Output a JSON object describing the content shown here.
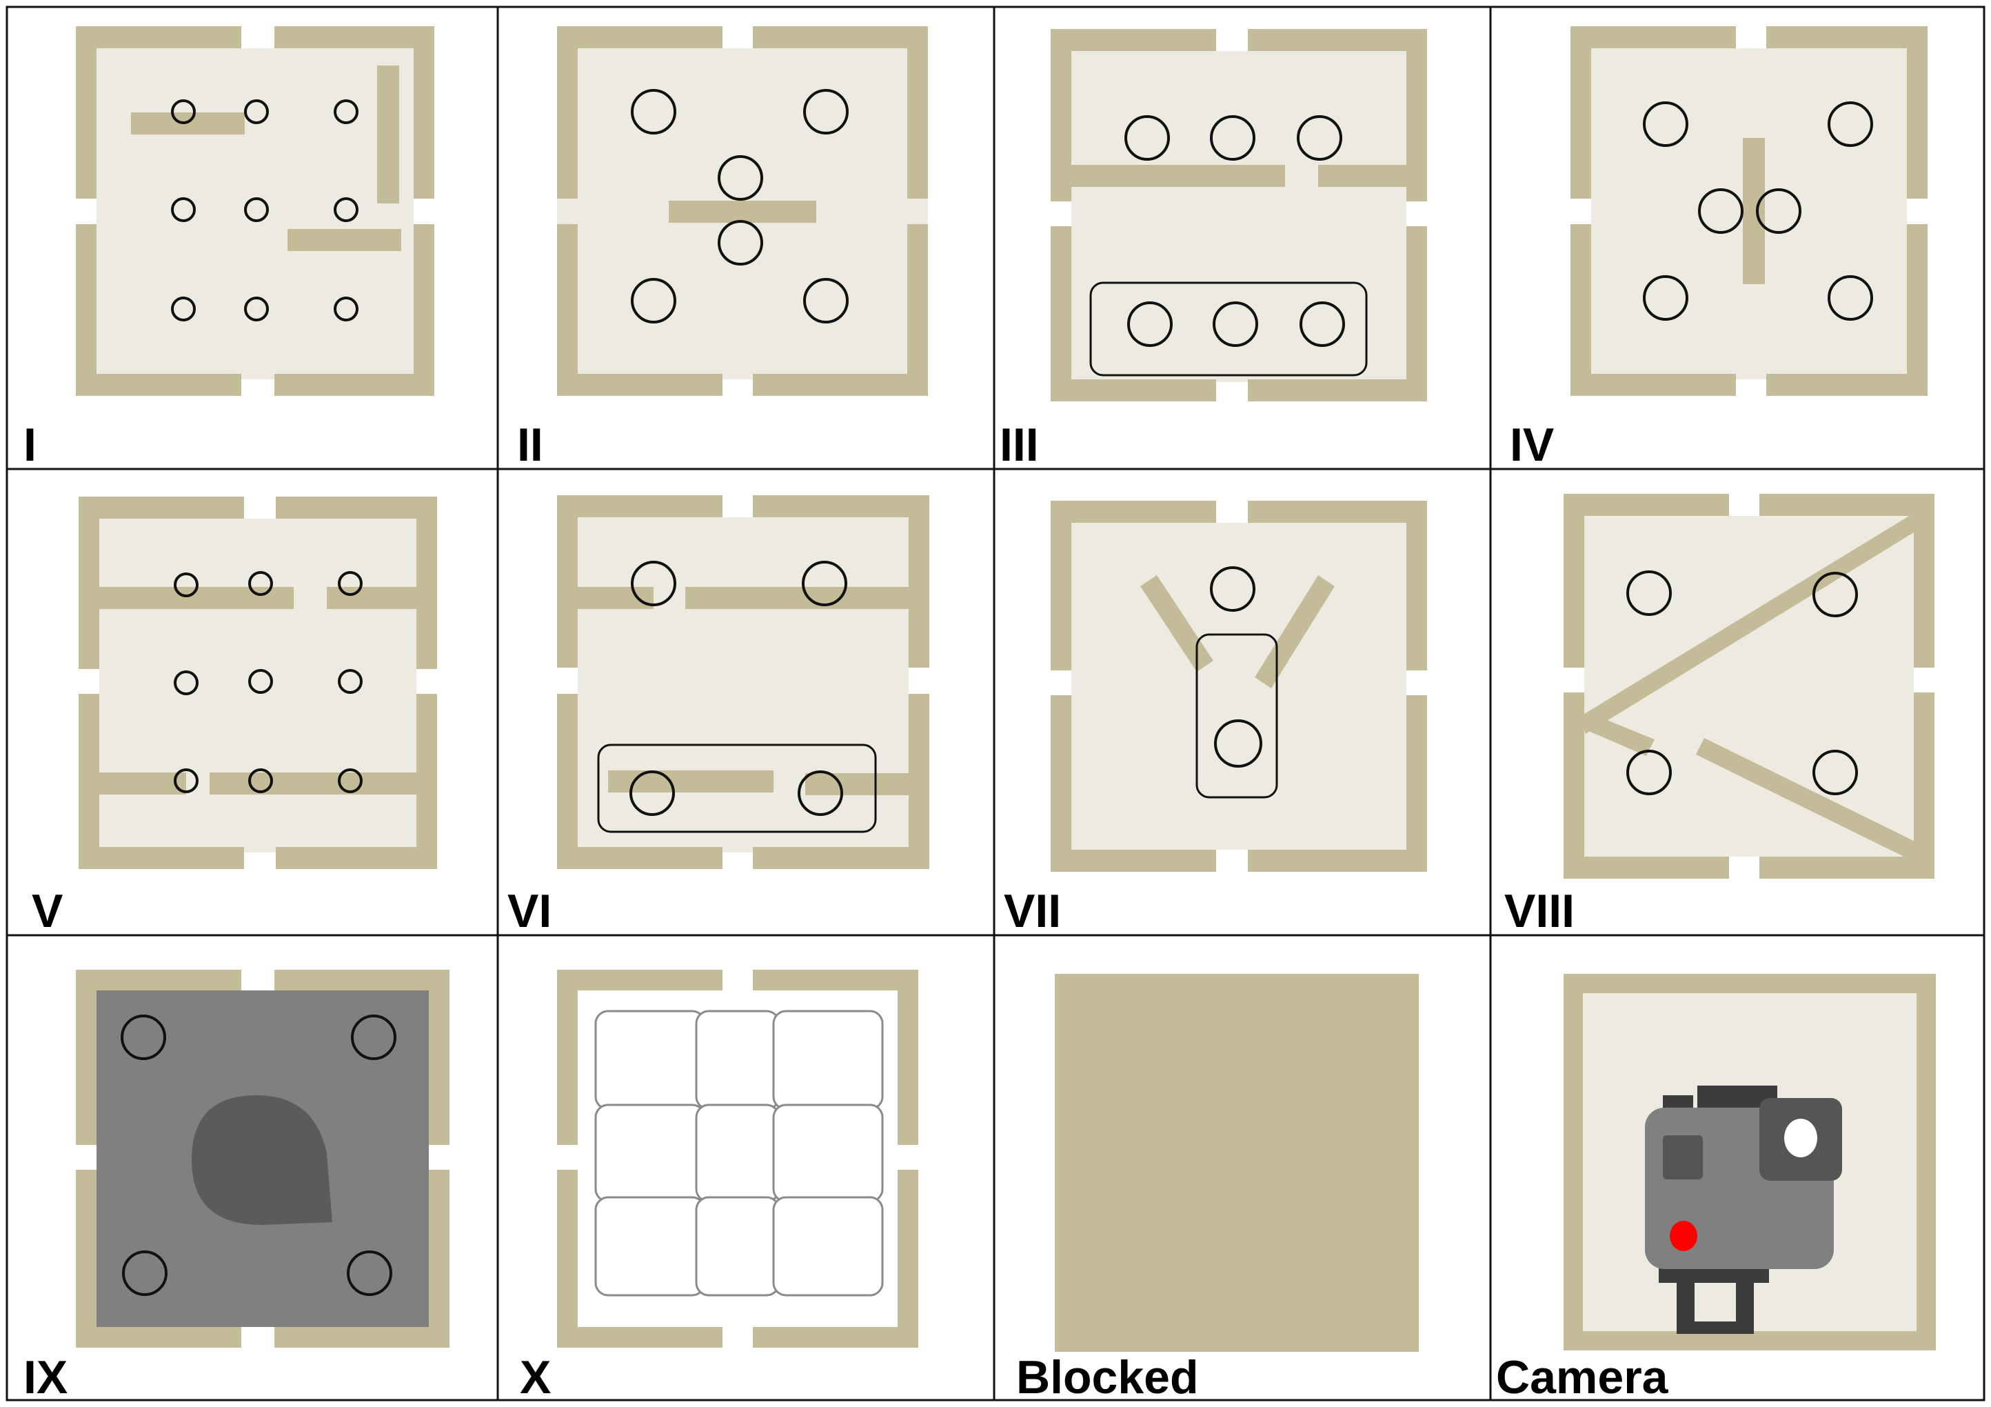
{
  "panels": [
    {
      "id": "p1",
      "label": "I"
    },
    {
      "id": "p2",
      "label": "II"
    },
    {
      "id": "p3",
      "label": "III"
    },
    {
      "id": "p4",
      "label": "IV"
    },
    {
      "id": "p5",
      "label": "V"
    },
    {
      "id": "p6",
      "label": "VI"
    },
    {
      "id": "p7",
      "label": "VII"
    },
    {
      "id": "p8",
      "label": "VIII"
    },
    {
      "id": "p9",
      "label": "IX"
    },
    {
      "id": "p10",
      "label": "X"
    },
    {
      "id": "p11",
      "label": "Blocked"
    },
    {
      "id": "p12",
      "label": "Camera"
    }
  ],
  "colors": {
    "wall": "#c4bb98",
    "floor": "#edebe1",
    "dark_floor": "#808080",
    "dark_blob": "#5b5b5b",
    "camera_body": "#808080",
    "camera_dark": "#555555",
    "camera_mount": "#3c3c3c",
    "camera_red": "#ff0000"
  }
}
